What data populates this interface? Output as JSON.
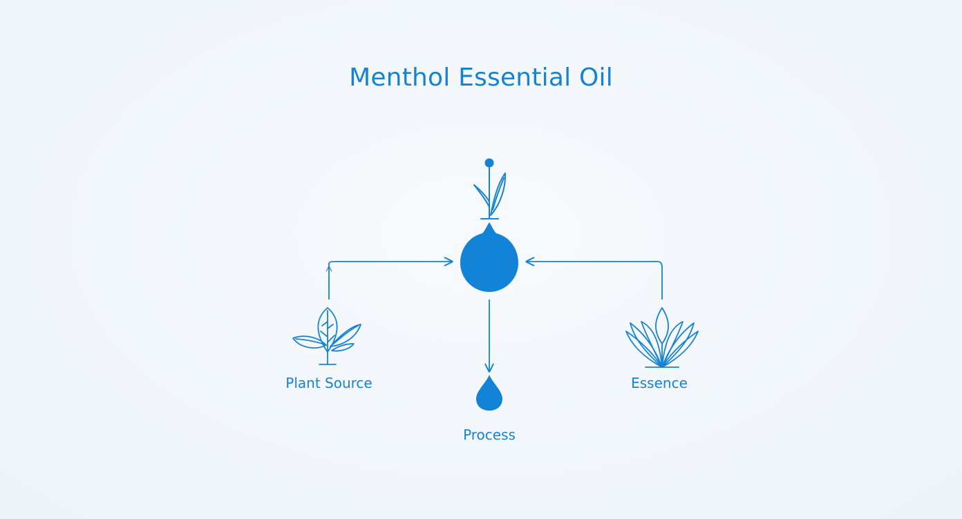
{
  "title": "Menthol Essential Oil",
  "nodes": {
    "plant_source": {
      "label": "Plant Source",
      "icon": "leaf-plant-icon"
    },
    "process": {
      "label": "Process",
      "icon": "water-drop-icon"
    },
    "essence": {
      "label": "Essence",
      "icon": "lotus-flower-icon"
    },
    "center": {
      "icon": "oil-drop-icon"
    },
    "top": {
      "icon": "sprout-icon"
    }
  },
  "colors": {
    "accent": "#1582d4",
    "background": "#f3f8fc"
  }
}
